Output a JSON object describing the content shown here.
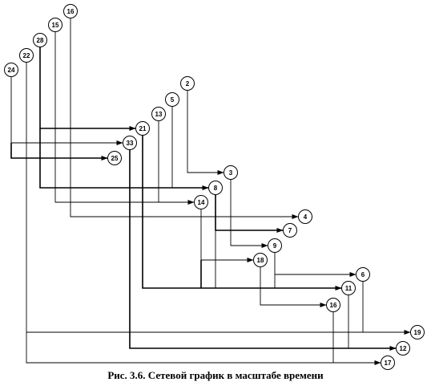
{
  "caption": "Рис. 3.6. Сетевой график в масштабе времени",
  "nodes": [
    "16",
    "15",
    "28",
    "22",
    "24",
    "2",
    "5",
    "13",
    "21",
    "33",
    "25",
    "3",
    "8",
    "14",
    "4",
    "7",
    "9",
    "18",
    "6",
    "11",
    "16",
    "19",
    "12",
    "17"
  ]
}
